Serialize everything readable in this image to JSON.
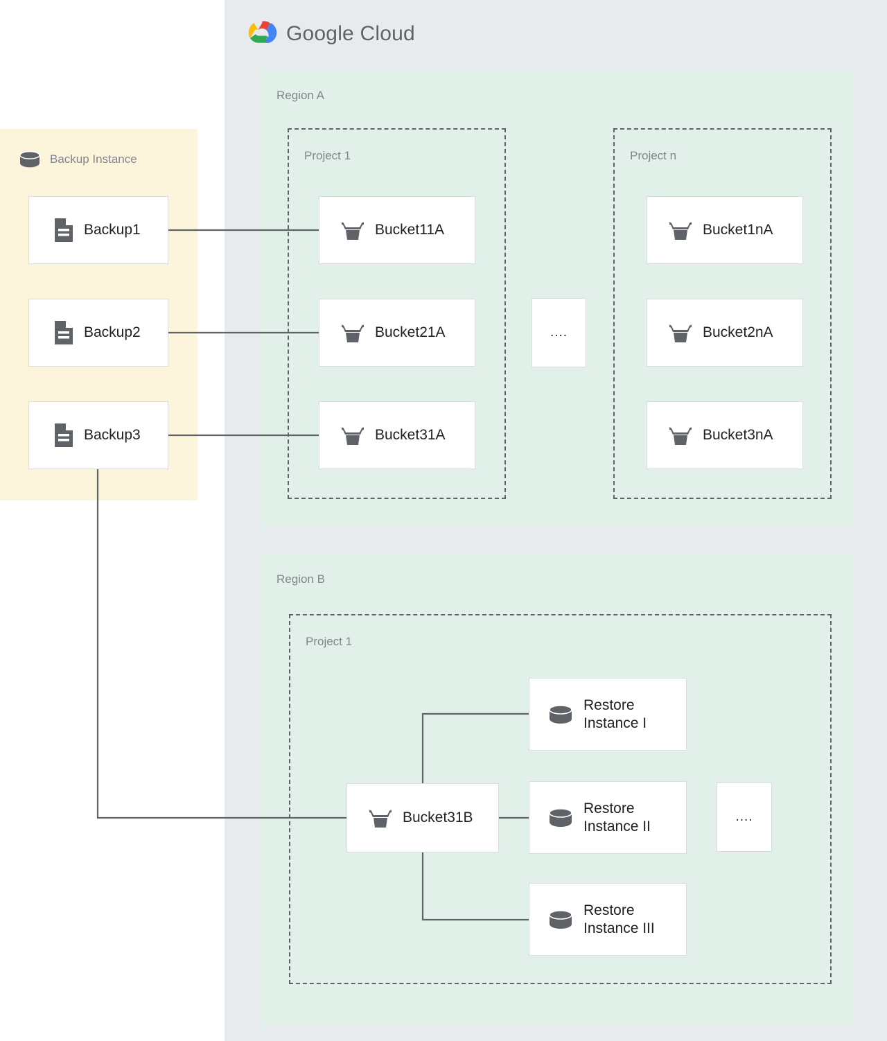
{
  "cloud": {
    "brand": "Google Cloud",
    "brand_word1": "Google",
    "brand_word2": "Cloud",
    "panel_color": "#E8EBED",
    "logo_colors": {
      "red": "#EA4335",
      "yellow": "#FBBC04",
      "green": "#34A853",
      "blue": "#4285F4"
    }
  },
  "backup_instance": {
    "label": "Backup Instance",
    "icon": "database-icon",
    "panel_color": "#FDF4DC",
    "items": [
      {
        "label": "Backup1",
        "icon": "document-icon"
      },
      {
        "label": "Backup2",
        "icon": "document-icon"
      },
      {
        "label": "Backup3",
        "icon": "document-icon"
      }
    ]
  },
  "regions": [
    {
      "label": "Region A",
      "panel_color": "#E1F0E8",
      "projects": [
        {
          "label": "Project 1",
          "items": [
            {
              "label": "Bucket11A",
              "icon": "bucket-icon"
            },
            {
              "label": "Bucket21A",
              "icon": "bucket-icon"
            },
            {
              "label": "Bucket31A",
              "icon": "bucket-icon"
            }
          ]
        },
        {
          "label": "Project n",
          "items": [
            {
              "label": "Bucket1nA",
              "icon": "bucket-icon"
            },
            {
              "label": "Bucket2nA",
              "icon": "bucket-icon"
            },
            {
              "label": "Bucket3nA",
              "icon": "bucket-icon"
            }
          ]
        }
      ],
      "ellipsis": "...."
    },
    {
      "label": "Region B",
      "panel_color": "#E1F0E8",
      "projects": [
        {
          "label": "Project 1",
          "bucket": {
            "label": "Bucket31B",
            "icon": "bucket-icon"
          },
          "items": [
            {
              "label": "Restore\nInstance I",
              "icon": "database-icon"
            },
            {
              "label": "Restore\nInstance II",
              "icon": "database-icon"
            },
            {
              "label": "Restore\nInstance III",
              "icon": "database-icon"
            }
          ]
        }
      ],
      "ellipsis": "...."
    }
  ],
  "connections": [
    {
      "from": "Backup1",
      "to": "Bucket11A"
    },
    {
      "from": "Backup2",
      "to": "Bucket21A"
    },
    {
      "from": "Backup3",
      "to": "Bucket31A"
    },
    {
      "from": "Backup3",
      "to": "Bucket31B"
    },
    {
      "from": "Bucket31B",
      "to": "Restore Instance I"
    },
    {
      "from": "Bucket31B",
      "to": "Restore Instance II"
    },
    {
      "from": "Bucket31B",
      "to": "Restore Instance III"
    }
  ],
  "style": {
    "line_color": "#5F6368",
    "card_border": "#DADCE0",
    "text_color": "#202124",
    "muted_text": "#80868B"
  }
}
